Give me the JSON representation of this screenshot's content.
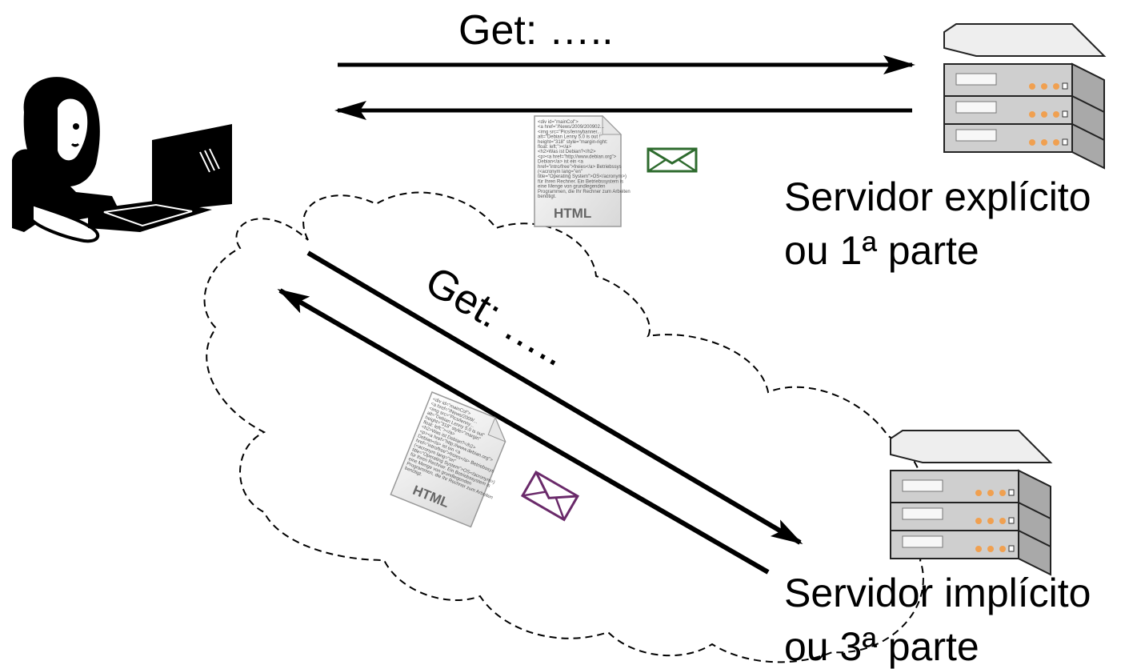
{
  "request_top": {
    "label": "Get: ….."
  },
  "request_bottom": {
    "label": "Get: ….."
  },
  "server_first": {
    "line1": "Servidor explícito",
    "line2": "ou 1ª parte"
  },
  "server_third": {
    "line1": "Servidor implícito",
    "line2": "ou 3ª parte"
  },
  "html_doc_top": {
    "badge": "HTML",
    "code_lines": [
      "<div id=\"mainCol\">",
      "<a href=\"/News/2009/200902...",
      "<img src=\"Pics/lennybanner...",
      "alt=\"Debian Lenny 5.0 is out !\"",
      "height=\"318\" style=\"margin-right:",
      "float: left;\"></a>",
      "<h2>Was ist Debian?</h2>",
      "<p><a href=\"http://www.debian.org\">",
      "Debian</a> ist ein <a",
      "href=\"intro/free\">freies</a> Betriebssystem",
      "(<acronym lang=\"en\"",
      "title=\"Operating System\">OS</acronym>)",
      "für Ihren Rechner. Ein Betriebssystem ist",
      "eine Menge von grundlegenden",
      "Programmen, die Ihr Rechner zum Arbeiten",
      "benötigt."
    ]
  },
  "html_doc_bottom": {
    "badge": "HTML",
    "code_lines": [
      "<div id=\"mainCol\">",
      "<a href=\"/News/2009/...",
      "<img src=\"Pics/lenny...",
      "alt=\"Debian Lenny 5.0 is out\"",
      "height=\"318\" style=\"margin\"",
      "float: left;\"></a>",
      "<h2>Was ist Debian?</h2>",
      "<p><a href=\"http://www.debian.org\">",
      "Debian</a> ist ein <a",
      "href=\"intro/free\">freies</a> Betriebssystem",
      "(<acronym lang=\"en\"",
      "title=\"Operating System\">OS</acronym>)",
      "für Ihren Rechner. Ein Betriebssystem ist",
      "eine Menge von grundlegenden",
      "Programmen, die Ihr Rechner zum Arbeiten",
      "benötigt."
    ]
  },
  "colors": {
    "envelope_top": "#2e6b2e",
    "envelope_bottom": "#6a2a6a",
    "server_body": "#d4d4d4",
    "server_leds": "#f0a050"
  }
}
